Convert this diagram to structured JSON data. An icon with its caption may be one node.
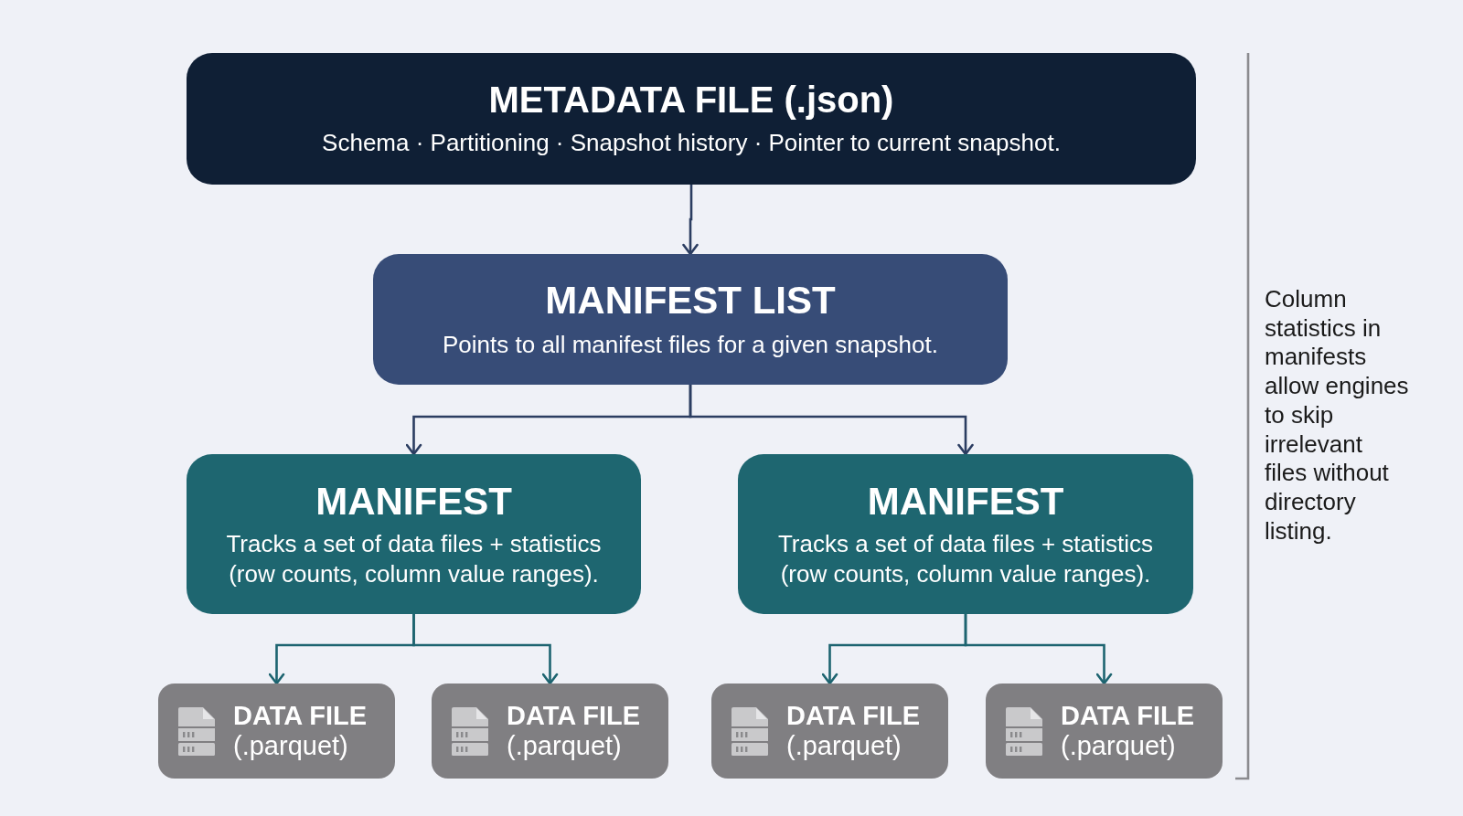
{
  "diagram": {
    "nodes": [
      {
        "text": [
          "METADATA FILE (.json)",
          "Schema · Partitioning · Snapshot history · Pointer to current snapshot."
        ]
      },
      {
        "text": [
          "MANIFEST LIST",
          "Points to all manifest files for a given snapshot."
        ]
      },
      {
        "text": [
          "MANIFEST",
          "Tracks a set of data files + statistics (row counts, column value ranges)."
        ]
      },
      {
        "text": [
          "MANIFEST",
          "Tracks a set of data files + statistics (row counts, column value ranges)."
        ]
      },
      {
        "text": [
          "DATA FILE",
          "(.parquet)"
        ]
      },
      {
        "text": [
          "DATA FILE",
          "(.parquet)"
        ]
      },
      {
        "text": [
          "DATA FILE",
          "(.parquet)"
        ]
      },
      {
        "text": [
          "DATA FILE",
          "(.parquet)"
        ]
      }
    ],
    "edges": [
      {
        "from": 0,
        "to": 1,
        "arrow": "to",
        "color": "#2b3d61"
      },
      {
        "from": 1,
        "to": 2,
        "arrow": "to",
        "color": "#2b3d61"
      },
      {
        "from": 1,
        "to": 3,
        "arrow": "to",
        "color": "#2b3d61"
      },
      {
        "from": 2,
        "to": 4,
        "arrow": "to"
      },
      {
        "from": 2,
        "to": 5,
        "arrow": "to"
      },
      {
        "from": 3,
        "to": 6,
        "arrow": "to"
      },
      {
        "from": 3,
        "to": 7,
        "arrow": "to"
      }
    ],
    "labels": [
      "Column statistics in manifests allow engines to skip irrelevant files without directory listing."
    ]
  }
}
